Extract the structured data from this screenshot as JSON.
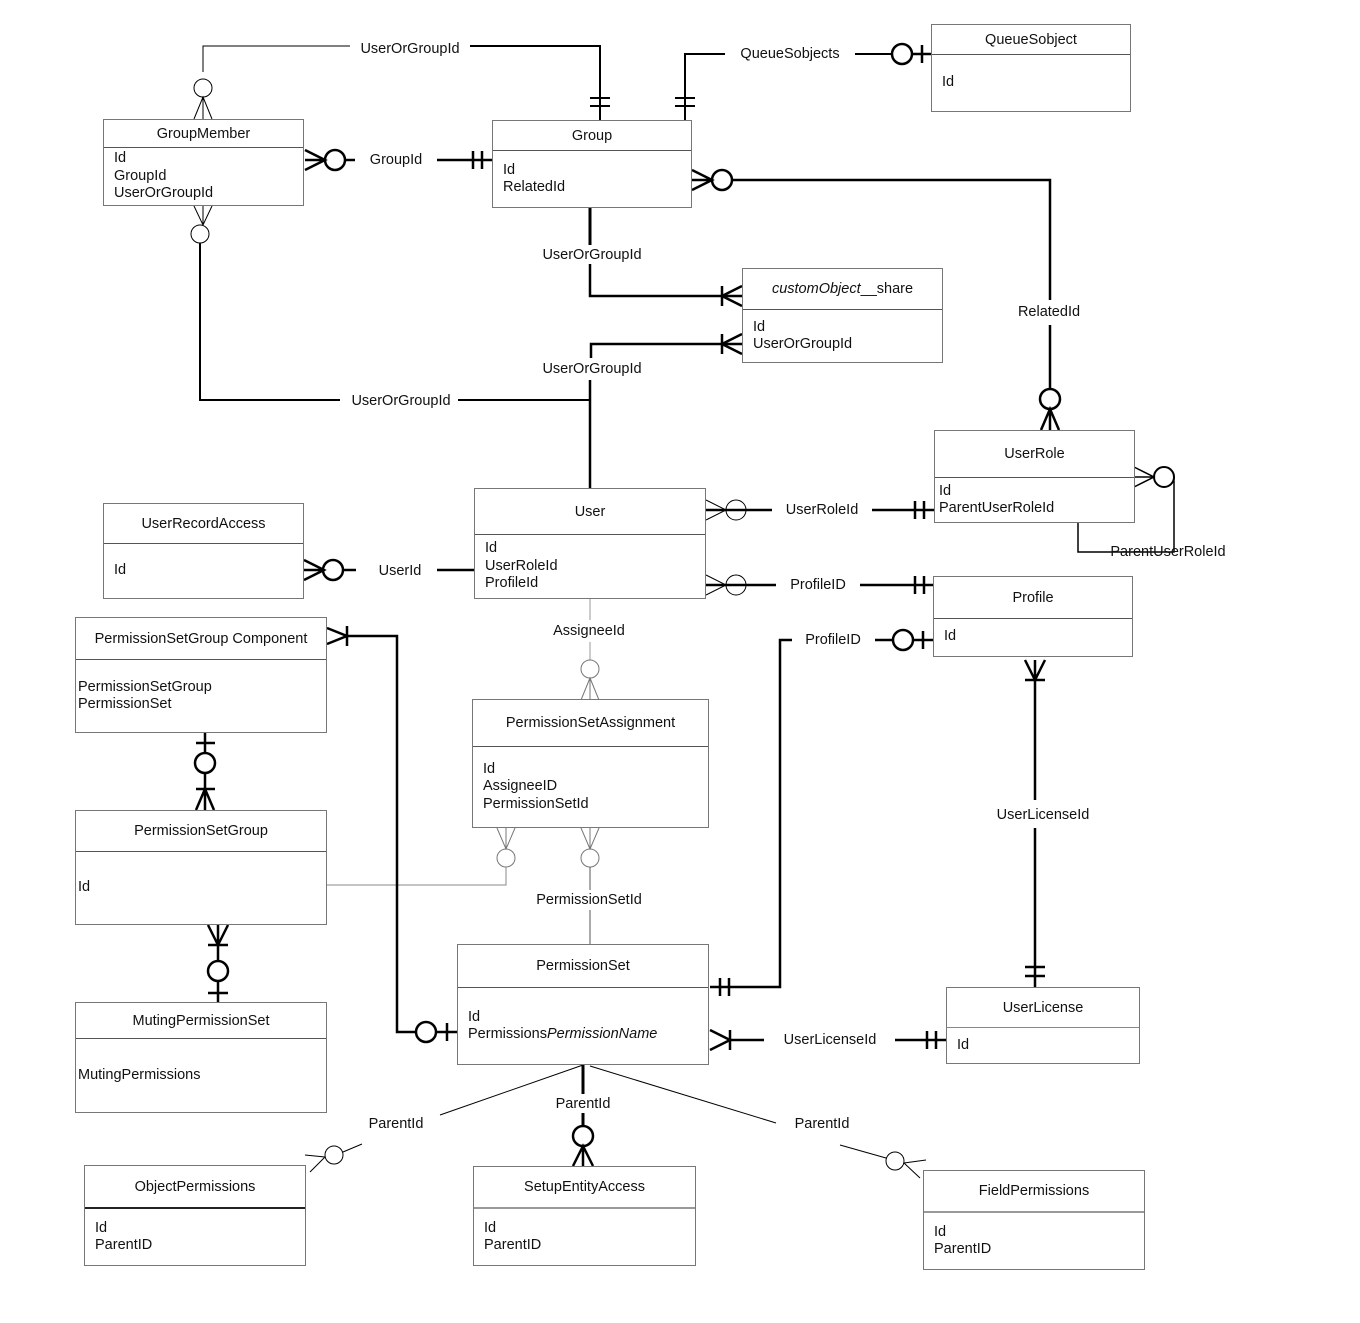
{
  "diagram": {
    "type": "entity-relationship",
    "entities": {
      "groupMember": {
        "name": "GroupMember",
        "fields": [
          "Id",
          "GroupId",
          "UserOrGroupId"
        ]
      },
      "group": {
        "name": "Group",
        "fields": [
          "Id",
          "RelatedId"
        ]
      },
      "queueSobject": {
        "name": "QueueSobject",
        "fields": [
          "Id"
        ]
      },
      "customObjectShare": {
        "name_italic": "customObject",
        "name_suffix": "__share",
        "fields": [
          "Id",
          "UserOrGroupId"
        ]
      },
      "userRole": {
        "name": "UserRole",
        "fields": [
          "Id",
          "ParentUserRoleId"
        ]
      },
      "userRecordAccess": {
        "name": "UserRecordAccess",
        "fields": [
          "Id"
        ]
      },
      "user": {
        "name": "User",
        "fields": [
          "Id",
          "UserRoleId",
          "ProfileId"
        ]
      },
      "profile": {
        "name": "Profile",
        "fields": [
          "Id"
        ]
      },
      "permissionSetGroupComponent": {
        "name": "PermissionSetGroup Component",
        "fields": [
          "PermissionSetGroup",
          "PermissionSet"
        ]
      },
      "permissionSetAssignment": {
        "name": "PermissionSetAssignment",
        "fields": [
          "Id",
          "AssigneeID",
          "PermissionSetId"
        ]
      },
      "permissionSetGroup": {
        "name": "PermissionSetGroup",
        "fields": [
          "Id"
        ]
      },
      "permissionSet": {
        "name": "PermissionSet",
        "fields": [
          "Id"
        ],
        "field2_prefix": "Permissions",
        "field2_italic": "PermissionName"
      },
      "userLicense": {
        "name": "UserLicense",
        "fields": [
          "Id"
        ]
      },
      "mutingPermissionSet": {
        "name": "MutingPermissionSet",
        "fields": [
          "MutingPermissions"
        ]
      },
      "objectPermissions": {
        "name": "ObjectPermissions",
        "fields": [
          "Id",
          "ParentID"
        ]
      },
      "setupEntityAccess": {
        "name": "SetupEntityAccess",
        "fields": [
          "Id",
          "ParentID"
        ]
      },
      "fieldPermissions": {
        "name": "FieldPermissions",
        "fields": [
          "Id",
          "ParentID"
        ]
      }
    },
    "relationships": {
      "gm_group_top": {
        "label": "UserOrGroupId",
        "from": "GroupMember",
        "to": "Group",
        "from_card": "zero-or-many",
        "to_card": "one-and-only-one"
      },
      "gm_group": {
        "label": "GroupId",
        "from": "GroupMember",
        "to": "Group",
        "from_card": "zero-or-many",
        "to_card": "one-and-only-one"
      },
      "group_queue": {
        "label": "QueueSobjects",
        "from": "Group",
        "to": "QueueSobject",
        "from_card": "one-and-only-one",
        "to_card": "zero-or-one"
      },
      "group_share": {
        "label": "UserOrGroupId",
        "from": "Group",
        "to": "customObject__share",
        "to_card": "one-or-many"
      },
      "user_share": {
        "label": "UserOrGroupId",
        "from": "User",
        "to": "customObject__share",
        "to_card": "one-or-many"
      },
      "gm_user": {
        "label": "UserOrGroupId",
        "from": "GroupMember",
        "to": "User",
        "from_card": "zero-or-many"
      },
      "group_role": {
        "label": "RelatedId",
        "from": "Group",
        "to": "UserRole",
        "from_card": "zero-or-many",
        "to_card": "zero-or-many"
      },
      "role_parent": {
        "label": "ParentUserRoleId",
        "from": "UserRole",
        "to": "UserRole",
        "to_card": "zero-or-many"
      },
      "user_role": {
        "label": "UserRoleId",
        "from": "User",
        "to": "UserRole",
        "from_card": "zero-or-many",
        "to_card": "one-and-only-one"
      },
      "ura_user": {
        "label": "UserId",
        "from": "UserRecordAccess",
        "to": "User",
        "from_card": "zero-or-many"
      },
      "user_profile": {
        "label": "ProfileID",
        "from": "User",
        "to": "Profile",
        "from_card": "zero-or-many",
        "to_card": "one-and-only-one"
      },
      "ps_profile": {
        "label": "ProfileID",
        "from": "PermissionSet",
        "to": "Profile",
        "from_card": "one-and-only-one",
        "to_card": "zero-or-one"
      },
      "user_psa": {
        "label": "AssigneeId",
        "from": "User",
        "to": "PermissionSetAssignment",
        "to_card": "zero-or-many"
      },
      "psa_ps": {
        "label": "PermissionSetId",
        "from": "PermissionSetAssignment",
        "to": "PermissionSet",
        "from_card": "zero-or-many"
      },
      "profile_license": {
        "label": "UserLicenseId",
        "from": "Profile",
        "to": "UserLicense",
        "from_card": "one-or-many",
        "to_card": "one-and-only-one"
      },
      "ps_license": {
        "label": "UserLicenseId",
        "from": "PermissionSet",
        "to": "UserLicense",
        "from_card": "one-or-many",
        "to_card": "one-and-only-one"
      },
      "ps_objperm": {
        "label": "ParentId",
        "from": "PermissionSet",
        "to": "ObjectPermissions",
        "to_card": "zero-or-many"
      },
      "ps_setup": {
        "label": "ParentId",
        "from": "PermissionSet",
        "to": "SetupEntityAccess",
        "to_card": "zero-or-many"
      },
      "ps_fieldperm": {
        "label": "ParentId",
        "from": "PermissionSet",
        "to": "FieldPermissions",
        "to_card": "zero-or-many"
      },
      "psgc_ps": {
        "from": "PermissionSetGroup Component",
        "to": "PermissionSet",
        "from_card": "one-or-many",
        "to_card": "zero-or-one"
      },
      "psgc_psg": {
        "from": "PermissionSetGroup Component",
        "to": "PermissionSetGroup",
        "from_card": "zero-or-one",
        "to_card": "one-or-many"
      },
      "psg_muting": {
        "from": "PermissionSetGroup",
        "to": "MutingPermissionSet",
        "from_card": "one-or-many",
        "to_card": "zero-or-one"
      },
      "psg_psa": {
        "from": "PermissionSetGroup",
        "to": "PermissionSetAssignment",
        "to_card": "zero-or-many"
      }
    }
  }
}
